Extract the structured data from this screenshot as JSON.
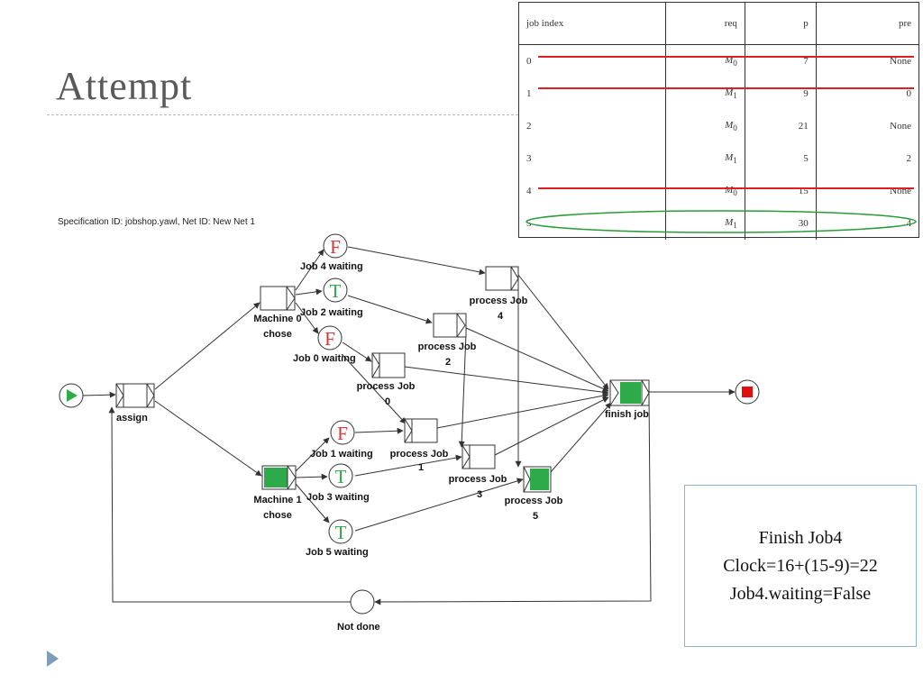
{
  "slide": {
    "title": "Attempt"
  },
  "spec_label": "Specification ID: jobshop.yawl, Net ID:  New Net 1",
  "table": {
    "headers": [
      "job index",
      "req",
      "p",
      "pre"
    ],
    "rows": [
      {
        "job": "0",
        "req": "M",
        "sub": "0",
        "p": "7",
        "pre": "None",
        "struck": true
      },
      {
        "job": "1",
        "req": "M",
        "sub": "1",
        "p": "9",
        "pre": "0",
        "struck": true
      },
      {
        "job": "2",
        "req": "M",
        "sub": "0",
        "p": "21",
        "pre": "None",
        "struck": false
      },
      {
        "job": "3",
        "req": "M",
        "sub": "1",
        "p": "5",
        "pre": "2",
        "struck": false
      },
      {
        "job": "4",
        "req": "M",
        "sub": "0",
        "p": "15",
        "pre": "None",
        "struck": true
      },
      {
        "job": "5",
        "req": "M",
        "sub": "1",
        "p": "30",
        "pre": "4",
        "struck": false,
        "circled": true
      }
    ]
  },
  "note": {
    "line1": "Finish Job4",
    "line2": "Clock=16+(15-9)=22",
    "line3": "Job4.waiting=False"
  },
  "net": {
    "colors": {
      "active": "#2eaa4a",
      "stroke": "#333333",
      "false_mark": "#e03030",
      "true_mark": "#2eaa4a",
      "strike": "#e02020",
      "circle": "#2a9a3a",
      "stop": "#e01010"
    },
    "transitions": {
      "assign": "assign",
      "machine0": [
        "Machine 0",
        "chose"
      ],
      "machine1": [
        "Machine 1",
        "chose"
      ],
      "pj4": [
        "process Job",
        "4"
      ],
      "pj2": [
        "process Job",
        "2"
      ],
      "pj0": [
        "process Job",
        "0"
      ],
      "pj1": [
        "process Job",
        "1"
      ],
      "pj3": [
        "process Job",
        "3"
      ],
      "pj5": [
        "process Job",
        "5"
      ],
      "finish": "finish job"
    },
    "conditions": {
      "job4": {
        "label": "Job 4 waiting",
        "mark": "F"
      },
      "job2": {
        "label": "Job 2 waiting",
        "mark": "T"
      },
      "job0": {
        "label": "Job 0 waiting",
        "mark": "F"
      },
      "job1": {
        "label": "Job 1 waiting",
        "mark": "F"
      },
      "job3": {
        "label": "Job 3 waiting",
        "mark": "T"
      },
      "job5": {
        "label": "Job 5 waiting",
        "mark": "T"
      },
      "notdone": {
        "label": "Not done",
        "mark": ""
      }
    }
  }
}
